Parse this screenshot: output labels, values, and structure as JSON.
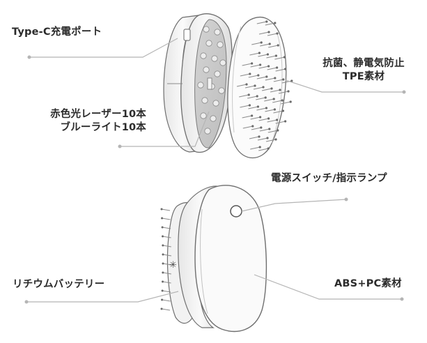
{
  "labels": {
    "typec_port": "Type-C充電ポート",
    "antibacterial_line1": "抗菌、静電気防止",
    "antibacterial_line2": "TPE素材",
    "led_line1": "赤色光レーザー10本",
    "led_line2": "ブルーライト10本",
    "power_switch": "電源スイッチ/指示ランプ",
    "battery": "リチウムバッテリー",
    "shell_material": "ABS+PC素材"
  },
  "colors": {
    "label_text": "#2b2b2b",
    "leader_line": "#b5b5b5",
    "outline": "#6e6e6e",
    "body_fill": "#f7f7f7"
  },
  "icons": [
    "bluetooth-like-symbol-icon"
  ]
}
